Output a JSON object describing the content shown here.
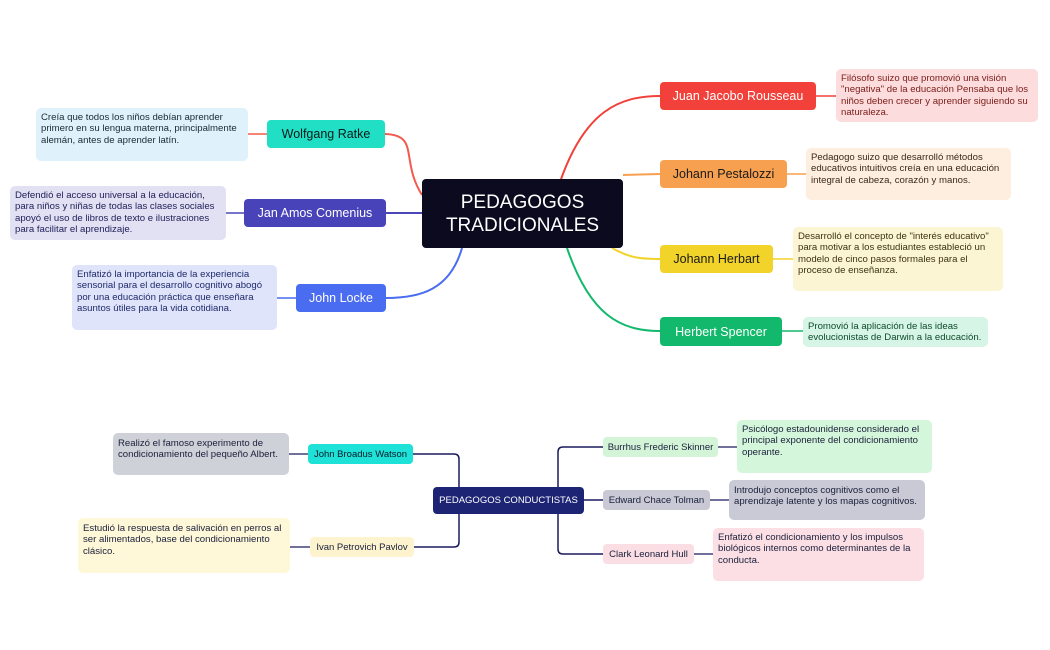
{
  "tradicionales": {
    "center_line1": "PEDAGOGOS",
    "center_line2": "TRADICIONALES",
    "nodes": [
      {
        "label": "Juan Jacobo Rousseau",
        "note": "Filósofo suizo que promovió una visión \"negativa\" de la educación Pensaba que los niños deben crecer y aprender siguiendo su naturaleza.",
        "color": "#f1413a",
        "note_bg": "#fcdcdc"
      },
      {
        "label": "Johann Pestalozzi",
        "note": "Pedagogo suizo que desarrolló métodos educativos intuitivos creía en una educación integral de cabeza, corazón y manos.",
        "color": "#f7a04f",
        "note_bg": "#fdeedf"
      },
      {
        "label": "Johann Herbart",
        "note": "Desarrolló el concepto de \"interés educativo\" para motivar a los estudiantes estableció un modelo de cinco pasos formales para el proceso de enseñanza.",
        "color": "#f2d32a",
        "note_bg": "#fcf5d4"
      },
      {
        "label": "Herbert Spencer",
        "note": "Promovió la aplicación de las ideas evolucionistas de Darwin a la educación.",
        "color": "#12b86c",
        "note_bg": "#d6f5e6"
      },
      {
        "label": "Wolfgang Ratke",
        "note": "Creía que todos los niños debían aprender primero en su lengua materna, principalmente alemán, antes de aprender latín.",
        "color": "#21dfc4",
        "note_bg": "#dff1fa"
      },
      {
        "label": "Jan Amos Comenius",
        "note": "Defendió el acceso universal a la educación, para niños y niñas de todas las clases sociales apoyó el uso de libros de texto e ilustraciones para facilitar el aprendizaje.",
        "color": "#4843b8",
        "note_bg": "#e1e1f3"
      },
      {
        "label": "John Locke",
        "note": "Enfatizó la importancia de la experiencia sensorial para el desarrollo cognitivo abogó por una educación práctica que enseñara asuntos útiles para la vida cotidiana.",
        "color": "#4a6cf0",
        "note_bg": "#dfe4fb"
      }
    ]
  },
  "conductistas": {
    "center": "PEDAGOGOS CONDUCTISTAS",
    "nodes": [
      {
        "label": "John Broadus Watson",
        "note": "Realizó el famoso experimento de condicionamiento del pequeño Albert.",
        "color": "#1ee2d7",
        "note_bg": "#cfd1d8"
      },
      {
        "label": "Ivan Petrovich Pavlov",
        "note": "Estudió la respuesta de salivación en perros al ser alimentados, base del condicionamiento clásico.",
        "color": "#fdf3cf",
        "note_bg": "#fef7d8"
      },
      {
        "label": "Burrhus Frederic Skinner",
        "note": "Psicólogo estadounidense considerado el principal exponente del condicionamiento operante.",
        "color": "#d4f4d8",
        "note_bg": "#d4f6da"
      },
      {
        "label": "Edward Chace Tolman",
        "note": "Introdujo conceptos cognitivos como el aprendizaje latente y los mapas cognitivos.",
        "color": "#c8c9d4",
        "note_bg": "#c9cad5"
      },
      {
        "label": "Clark Leonard Hull",
        "note": "Enfatizó el condicionamiento y los impulsos biológicos internos como determinantes de la conducta.",
        "color": "#fbdde4",
        "note_bg": "#fbdfe5"
      }
    ]
  }
}
